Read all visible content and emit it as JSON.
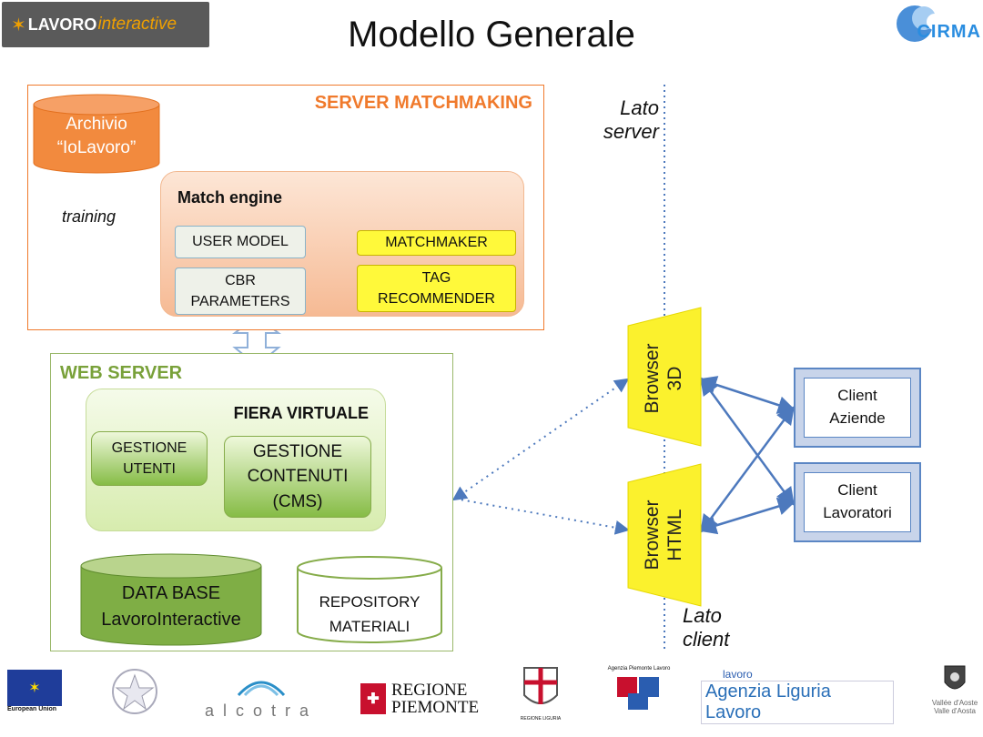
{
  "header": {
    "title": "Modello Generale",
    "logo_left_part1": "LAVORO",
    "logo_left_part2": "interactive",
    "logo_right": "CIRMA"
  },
  "server": {
    "title": "SERVER MATCHMAKING",
    "archive_line1": "Archivio",
    "archive_line2": "“IoLavoro”",
    "training": "training",
    "engine_title": "Match engine",
    "user_model": "USER MODEL",
    "cbr_line1": "CBR",
    "cbr_line2": "PARAMETERS",
    "matchmaker": "MATCHMAKER",
    "tag_line1": "TAG",
    "tag_line2": "RECOMMENDER"
  },
  "web": {
    "title": "WEB SERVER",
    "fiera_title": "FIERA VIRTUALE",
    "gestione_utenti_line1": "GESTIONE",
    "gestione_utenti_line2": "UTENTI",
    "cms_line1": "GESTIONE",
    "cms_line2": "CONTENUTI",
    "cms_line3": "(CMS)",
    "db_line1": "DATA BASE",
    "db_line2": "LavoroInteractive",
    "repo_line1": "REPOSITORY",
    "repo_line2": "MATERIALI"
  },
  "right": {
    "lato_server_line1": "Lato",
    "lato_server_line2": "server",
    "lato_client_line1": "Lato",
    "lato_client_line2": "client",
    "browser3d_line1": "Browser",
    "browser3d_line2": "3D",
    "browserhtml_line1": "Browser",
    "browserhtml_line2": "HTML",
    "client_aziende_line1": "Client",
    "client_aziende_line2": "Aziende",
    "client_lavoratori_line1": "Client",
    "client_lavoratori_line2": "Lavoratori"
  },
  "footer": {
    "eu": "European Union",
    "alcotra": "alcotra",
    "piemonte_line1": "REGIONE",
    "piemonte_line2": "PIEMONTE",
    "liguria": "REGIONE LIGURIA",
    "agenzia_piemonte": "Agenzia Piemonte Lavoro",
    "agenzia_liguria_small": "lavoro",
    "agenzia_liguria": "Agenzia Liguria Lavoro",
    "valle_line1": "Vallée d'Aoste",
    "valle_line2": "Valle d'Aosta"
  },
  "colors": {
    "orange": "#f07a2c",
    "green": "#79a13a",
    "yellow": "#fff93a",
    "blue": "#4d79bd"
  }
}
